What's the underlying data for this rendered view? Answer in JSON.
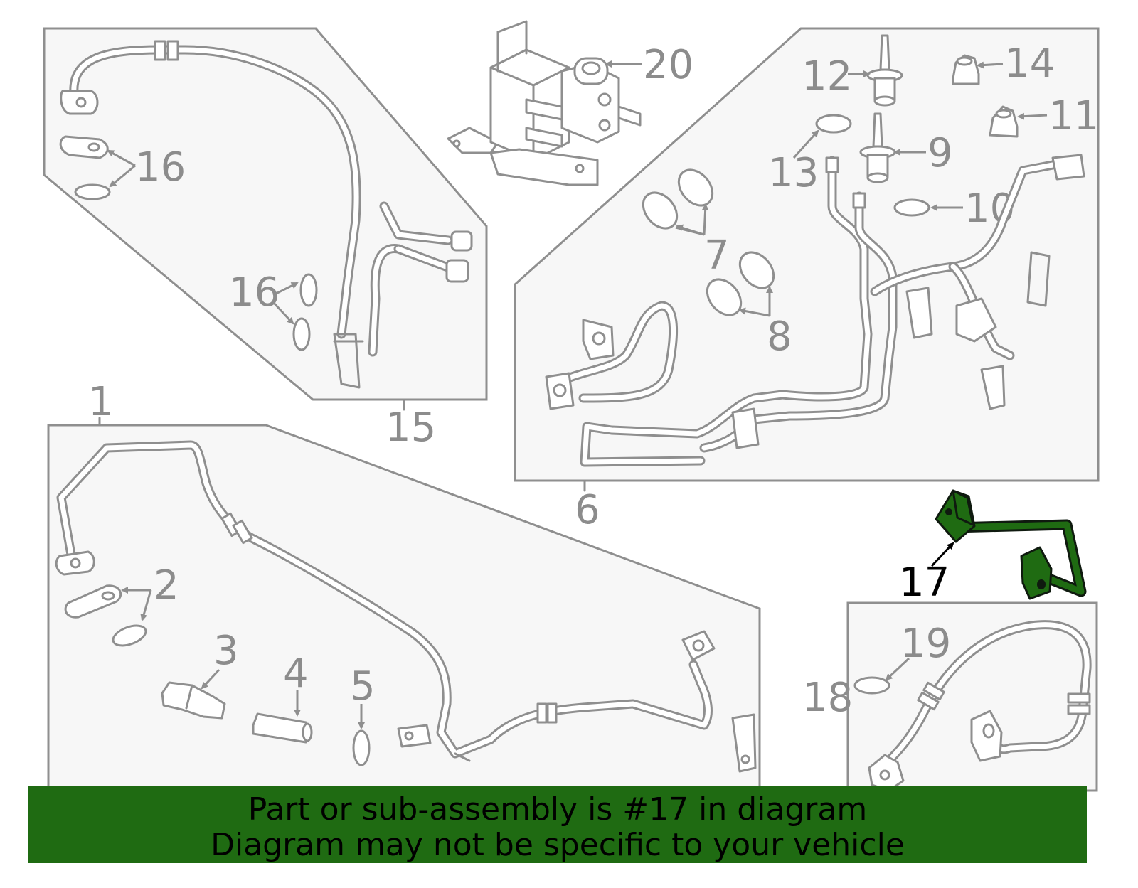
{
  "callouts": {
    "c1": "1",
    "c2": "2",
    "c3": "3",
    "c4": "4",
    "c5": "5",
    "c6": "6",
    "c7": "7",
    "c8": "8",
    "c9": "9",
    "c10": "10",
    "c11": "11",
    "c12": "12",
    "c13": "13",
    "c14": "14",
    "c15": "15",
    "c16a": "16",
    "c16b": "16",
    "c17": "17",
    "c18": "18",
    "c19": "19",
    "c20": "20"
  },
  "highlight": {
    "part": "17",
    "color": "#1f6b12"
  },
  "banner": {
    "line1": "Part or sub-assembly is #17 in diagram",
    "line2": "Diagram may not be specific to your vehicle"
  }
}
